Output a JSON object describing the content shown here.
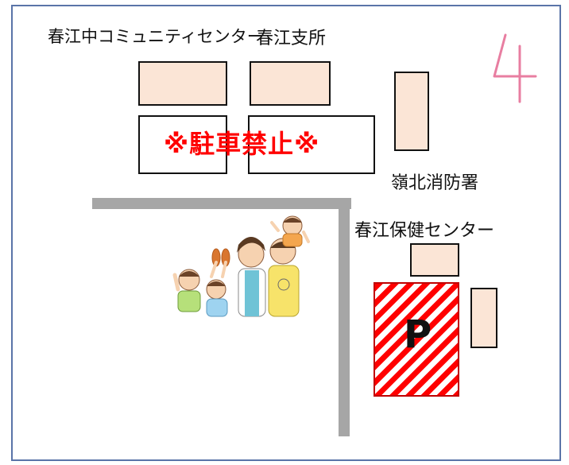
{
  "labels": {
    "community_center": "春江中コミュニティセンター",
    "branch_office": "春江支所",
    "fire_station": "嶺北消防署",
    "health_center": "春江保健センター",
    "no_parking": "※駐車禁止※",
    "parking_symbol": "P",
    "handwritten_number": "4"
  },
  "colors": {
    "building_fill": "#fbe5d6",
    "road": "#a6a6a6",
    "no_parking_text": "#ff0000",
    "parking_stripe": "#ff0000",
    "frame": "#5a74a8",
    "handwritten_mark": "#e87ea1"
  },
  "icons": {
    "illustration": "family-cheering-illustration"
  }
}
